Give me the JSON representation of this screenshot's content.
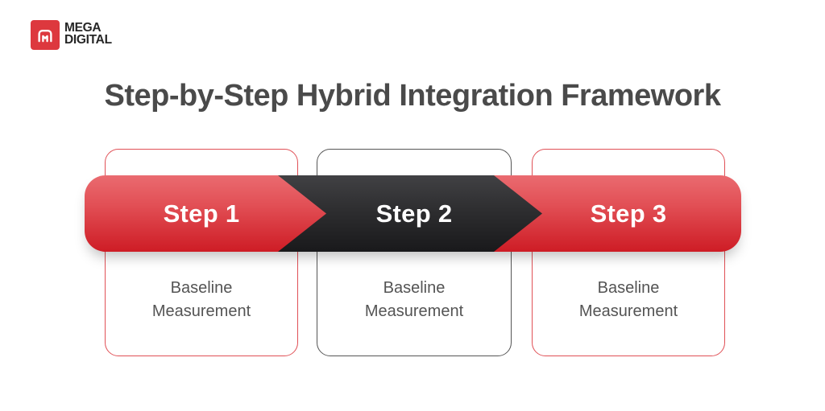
{
  "logo": {
    "line1": "MEGA",
    "line2": "DIGITAL",
    "icon": "mega-digital-logo-icon",
    "brand_color": "#dd383e"
  },
  "title": "Step-by-Step Hybrid Integration Framework",
  "diagram": {
    "steps": [
      {
        "label": "Step 1",
        "description": "Baseline Measurement",
        "variant": "red"
      },
      {
        "label": "Step 2",
        "description": "Baseline Measurement",
        "variant": "dark"
      },
      {
        "label": "Step 3",
        "description": "Baseline Measurement",
        "variant": "red"
      }
    ],
    "colors": {
      "red_gradient_top": "#ea6b70",
      "red_gradient_bottom": "#ce1c25",
      "dark_gradient_top": "#414144",
      "dark_gradient_bottom": "#19191b",
      "card_border_red": "#e05056",
      "card_border_dark": "#555555",
      "title_text": "#4a4a4a",
      "description_text": "#545454",
      "step_label_text": "#ffffff"
    }
  }
}
